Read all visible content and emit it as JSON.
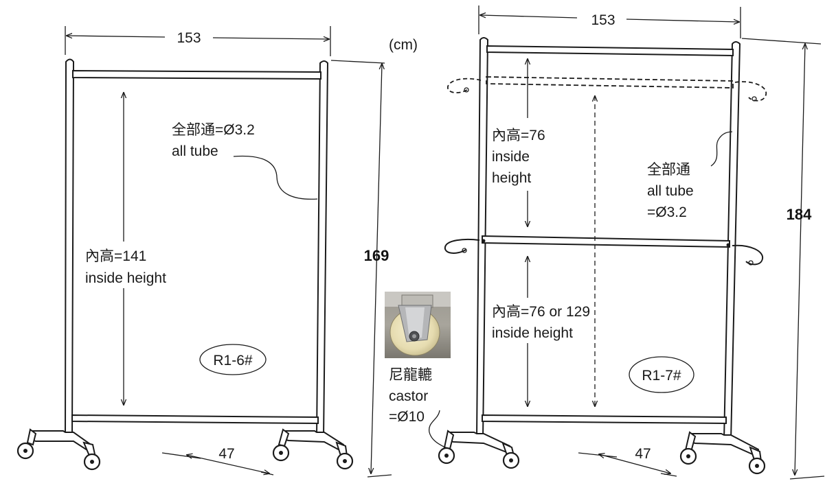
{
  "units": "(cm)",
  "rack_left": {
    "model": "R1-6#",
    "width_value": "153",
    "height_value": "169",
    "depth_value": "47",
    "inside_height_cn": "內高=141",
    "inside_height_en": "inside height",
    "tube_cn": "全部通=Ø3.2",
    "tube_en": "all tube"
  },
  "rack_right": {
    "model": "R1-7#",
    "width_value": "153",
    "height_value": "184",
    "depth_value": "47",
    "upper_inside_cn": "內高=76",
    "upper_inside_en_1": "inside",
    "upper_inside_en_2": "height",
    "lower_inside_cn": "內高=76 or 129",
    "lower_inside_en": "inside height",
    "tube_cn": "全部通",
    "tube_en": "all tube",
    "tube_dia": "=Ø3.2"
  },
  "castor": {
    "label_cn": "尼龍轆",
    "label_en": "castor",
    "label_dia": "=Ø10",
    "photo_icon": "nylon-castor-wheel-photo"
  }
}
